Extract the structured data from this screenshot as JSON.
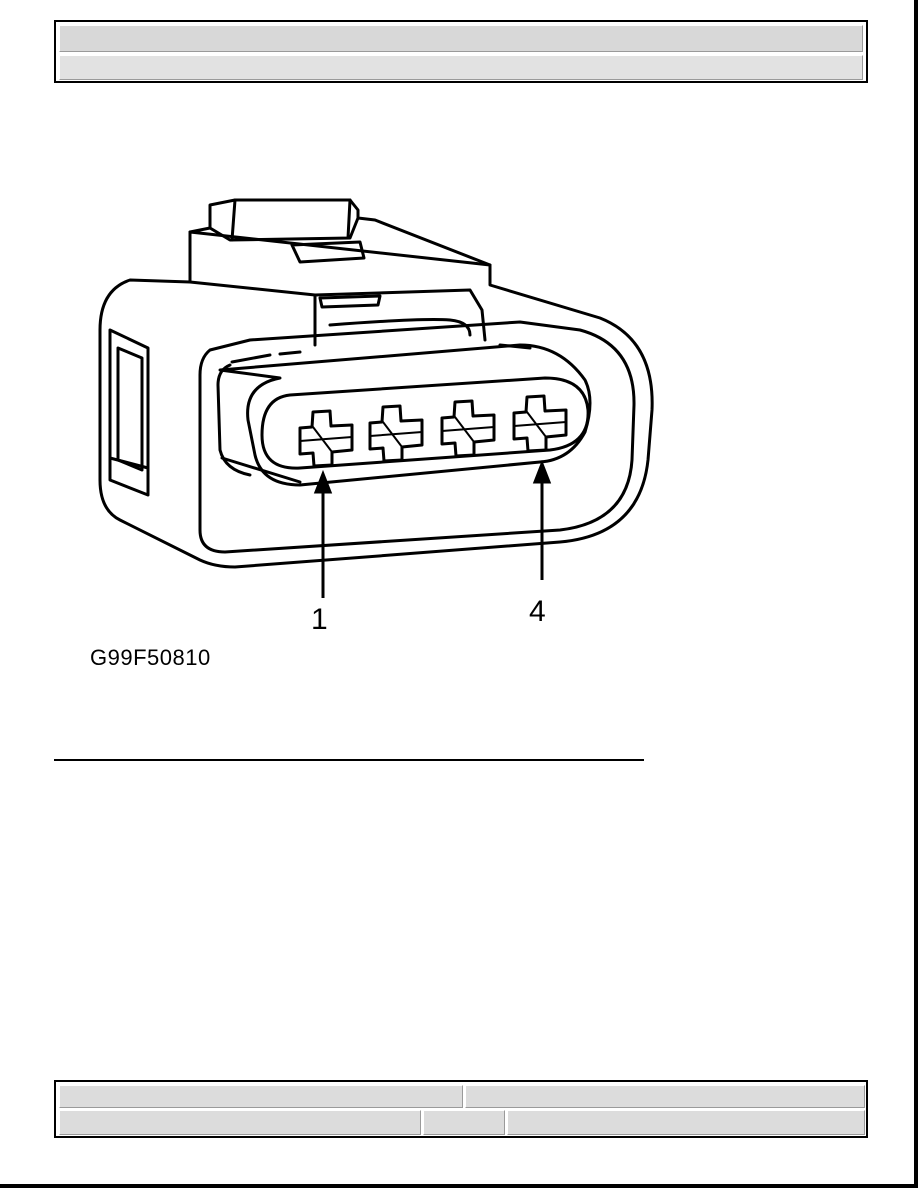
{
  "header": {
    "title": "",
    "subtitle": ""
  },
  "figure": {
    "id": "G99F50810",
    "pin_labels": [
      "1",
      "4"
    ]
  },
  "footer": {
    "left_top": "",
    "right_top": "",
    "left_bottom": "",
    "middle_bottom": "",
    "right_bottom": ""
  }
}
